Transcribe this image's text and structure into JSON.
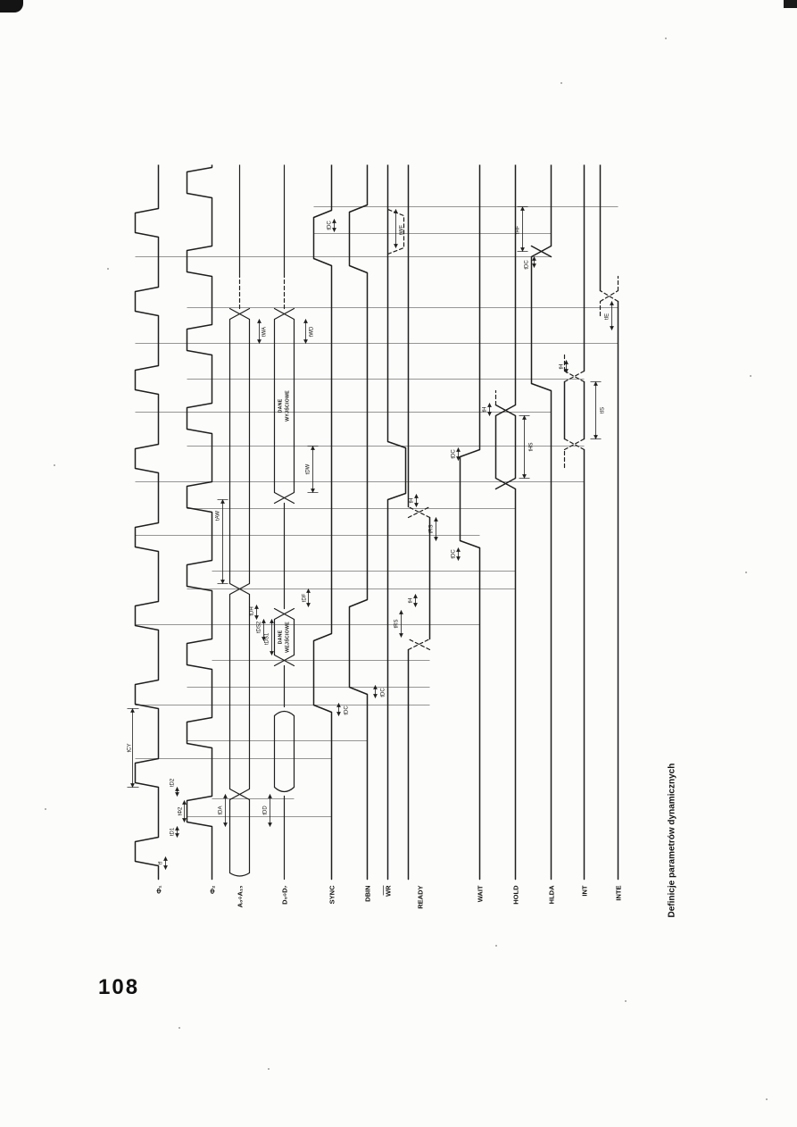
{
  "page": {
    "number": "108",
    "caption": "Definicje parametrów dynamicznych"
  },
  "diagram": {
    "signals": [
      "Φ₁",
      "Φ₂",
      "A₀÷A₁₅",
      "D₀÷D₇",
      "SYNC",
      "DBIN",
      "WR",
      "READY",
      "WAIT",
      "HOLD",
      "HLDA",
      "INT",
      "INTE"
    ],
    "bus_texts": {
      "input": {
        "line1": "DANE",
        "line2": "WEJŚCIOWE"
      },
      "output": {
        "line1": "DANE",
        "line2": "WYJŚCIOWE"
      }
    },
    "params": [
      "tCY",
      "tf",
      "tD1",
      "tΦ2",
      "tD2",
      "tDA",
      "tDD",
      "tDC",
      "tDC",
      "tDS1",
      "tDS2",
      "tDH",
      "tDF",
      "tAW",
      "tDW",
      "tRS",
      "tH",
      "tDC",
      "tRS",
      "tH",
      "tDC",
      "tHS",
      "tH",
      "tIS",
      "tH",
      "tWA",
      "tWD",
      "tIE",
      "tDC",
      "tHF",
      "tWF",
      "tDC"
    ]
  }
}
